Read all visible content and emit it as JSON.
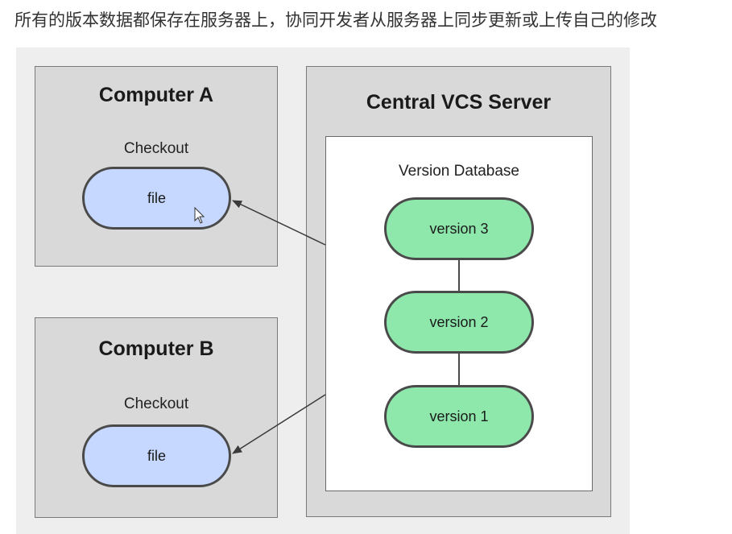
{
  "caption": "所有的版本数据都保存在服务器上，协同开发者从服务器上同步更新或上传自己的修改",
  "computer_a": {
    "title": "Computer A",
    "checkout_label": "Checkout",
    "file_label": "file"
  },
  "computer_b": {
    "title": "Computer B",
    "checkout_label": "Checkout",
    "file_label": "file"
  },
  "server": {
    "title": "Central VCS Server",
    "database_label": "Version Database",
    "versions": [
      "version 3",
      "version 2",
      "version 1"
    ]
  },
  "colors": {
    "file_fill": "#c6d8ff",
    "version_fill": "#8ee8ac",
    "box_fill": "#d9d9d9",
    "background": "#eeeeee"
  },
  "icons": {
    "cursor": "mouse-cursor-icon"
  }
}
